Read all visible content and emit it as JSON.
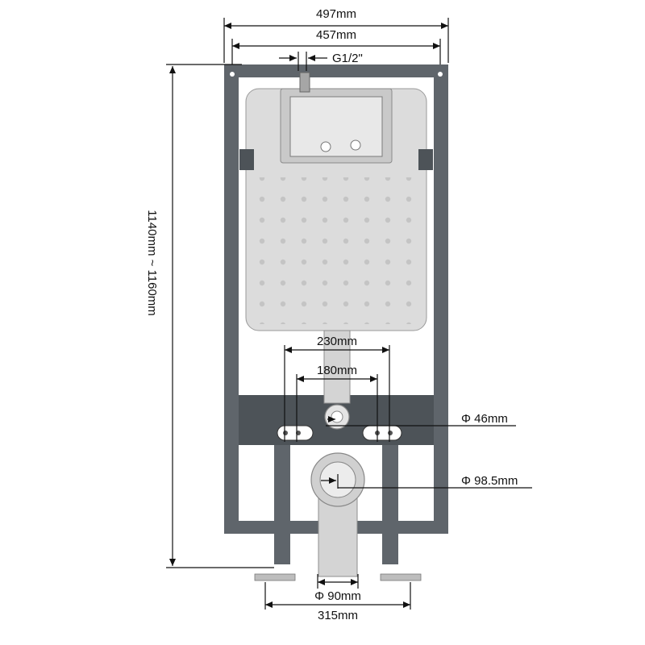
{
  "labels": {
    "width_outer": "497mm",
    "width_inner": "457mm",
    "inlet": "G1/2\"",
    "height": "1140mm ~ 1160mm",
    "span_outer": "230mm",
    "span_inner": "180mm",
    "bolt_hole": "Φ 46mm",
    "outlet": "Φ 98.5mm",
    "pipe": "Φ 90mm",
    "feet_span": "315mm"
  },
  "colors": {
    "frame": "#5f656b",
    "tank": "#dcdcdc",
    "dimension": "#111111"
  }
}
